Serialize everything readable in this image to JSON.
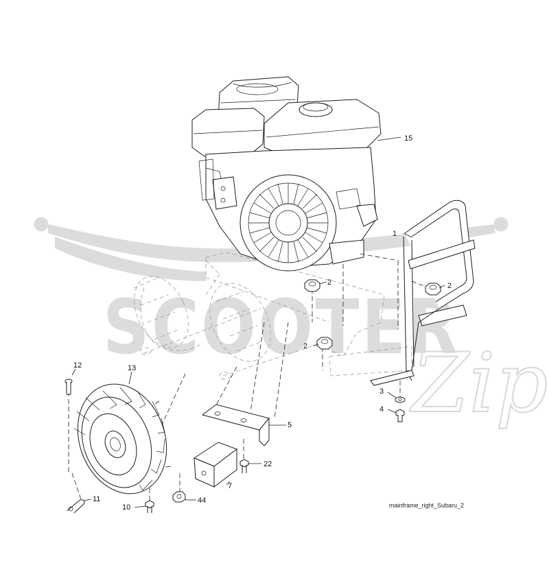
{
  "callouts": {
    "c1": "1",
    "c2a": "2",
    "c2b": "2",
    "c2c": "2",
    "c3": "3",
    "c4": "4",
    "c5": "5",
    "c7": "7",
    "c10": "10",
    "c11": "11",
    "c12": "12",
    "c13": "13",
    "c15": "15",
    "c22": "22",
    "c44": "44"
  },
  "caption": "mainframe_right_Subaru_2",
  "watermark": {
    "text": "SCOOTER",
    "script": "Zip"
  },
  "colors": {
    "ink": "#1a1a1a",
    "watermark": "#dcdcdc",
    "background": "#ffffff"
  }
}
